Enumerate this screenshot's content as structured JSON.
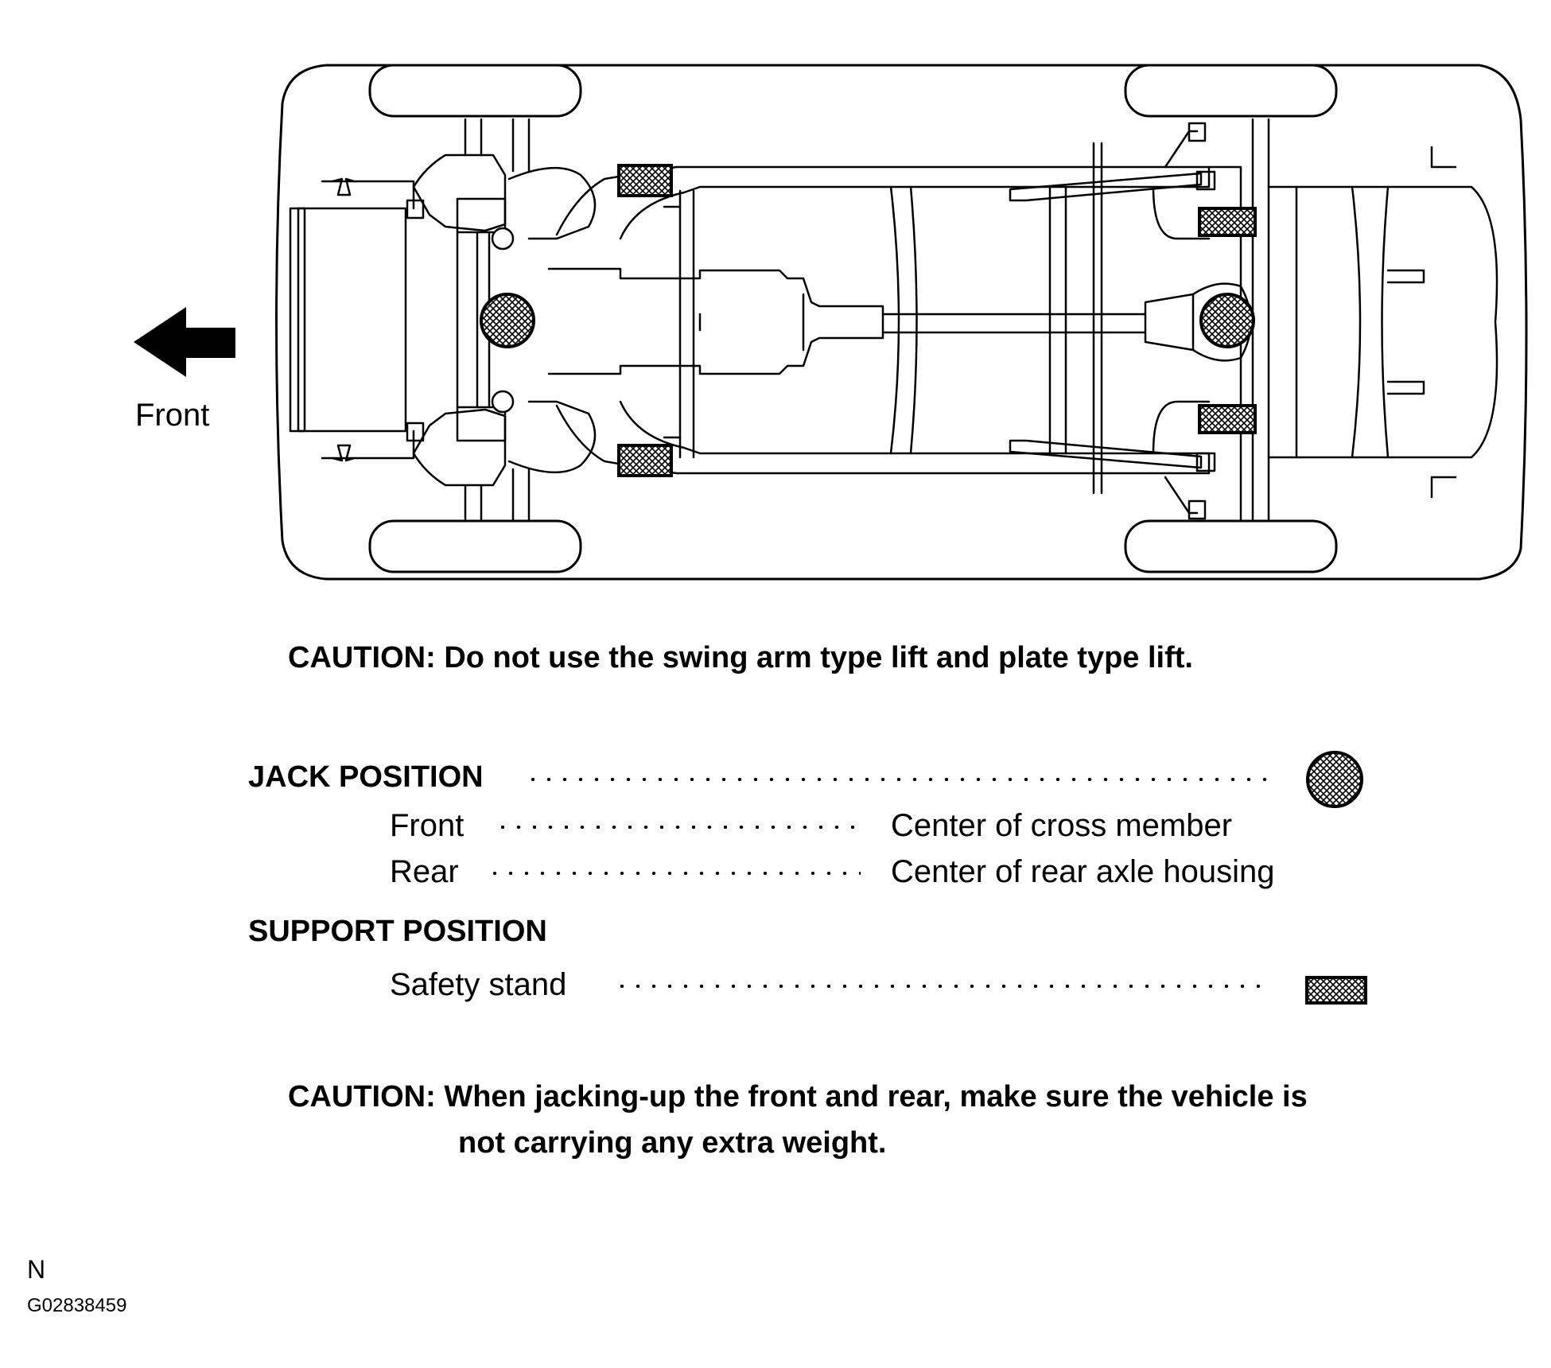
{
  "front_label": "Front",
  "caution_1": {
    "heading": "CAUTION:",
    "text": "Do not use the swing arm type lift and plate type lift."
  },
  "jack_position": {
    "heading": "JACK POSITION",
    "items": [
      {
        "label": "Front",
        "desc": "Center of cross member"
      },
      {
        "label": "Rear",
        "desc": "Center of rear axle housing"
      }
    ]
  },
  "support_position": {
    "heading": "SUPPORT POSITION",
    "items": [
      {
        "label": "Safety stand"
      }
    ]
  },
  "caution_2": {
    "heading": "CAUTION:",
    "line1": "When jacking-up the front and rear, make sure the vehicle is",
    "line2": "not carrying any extra weight."
  },
  "ref_letter": "N",
  "ref_code": "G02838459",
  "colors": {
    "ink": "#000000",
    "paper": "#ffffff",
    "hatch": "#666666"
  },
  "icons": [
    "front-arrow-icon",
    "jack-point-icon",
    "safety-stand-icon"
  ]
}
